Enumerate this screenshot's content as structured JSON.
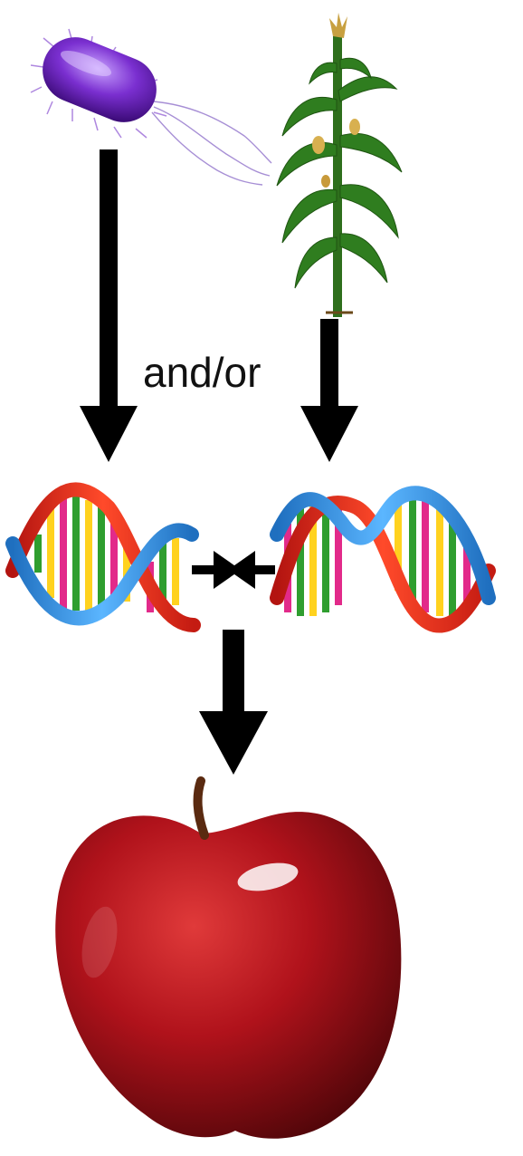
{
  "diagram": {
    "connector_label": "and/or",
    "nodes": [
      {
        "id": "bacterium",
        "icon": "bacterium-icon"
      },
      {
        "id": "corn-plant",
        "icon": "corn-plant-icon"
      },
      {
        "id": "dna-left",
        "icon": "dna-helix-icon"
      },
      {
        "id": "dna-right",
        "icon": "dna-helix-icon"
      },
      {
        "id": "apple",
        "icon": "apple-icon"
      }
    ],
    "edges": [
      {
        "from": "bacterium",
        "to": "dna-left"
      },
      {
        "from": "corn-plant",
        "to": "dna-right"
      },
      {
        "from": "dna-left",
        "to": "dna-right",
        "style": "joining"
      },
      {
        "from": "dna-join",
        "to": "apple"
      }
    ]
  },
  "colors": {
    "arrow": "#000000",
    "bacterium_body": "#7a2fd0",
    "corn_leaf": "#2f7d1f",
    "dna_strand_red": "#e2231a",
    "dna_strand_blue": "#2f8fd8",
    "apple_red": "#b0121b"
  }
}
